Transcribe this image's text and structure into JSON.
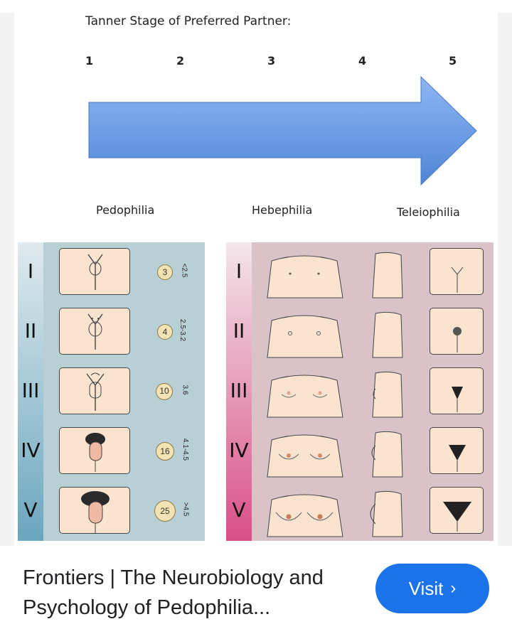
{
  "figure": {
    "title": "Tanner Stage of Preferred Partner:",
    "stages": [
      "1",
      "2",
      "3",
      "4",
      "5"
    ],
    "terms": [
      "Pedophilia",
      "Hebephilia",
      "Teleiophilia"
    ],
    "roman": [
      "I",
      "II",
      "III",
      "IV",
      "V"
    ],
    "testicular_volumes": [
      "3",
      "4",
      "10",
      "16",
      "25"
    ],
    "lengths": [
      "<2.5",
      "2.5-3.2",
      "3.6",
      "4.1-4.5",
      ">4.5"
    ]
  },
  "result": {
    "caption": "Frontiers | The Neurobiology and Psychology of Pedophilia...",
    "visit_label": "Visit"
  },
  "colors": {
    "accent": "#1a73e8",
    "arrow": "#6f9ee6",
    "left_panel": "#b9cfd6",
    "right_panel": "#d9c3c9",
    "skin": "#fae3cf"
  }
}
